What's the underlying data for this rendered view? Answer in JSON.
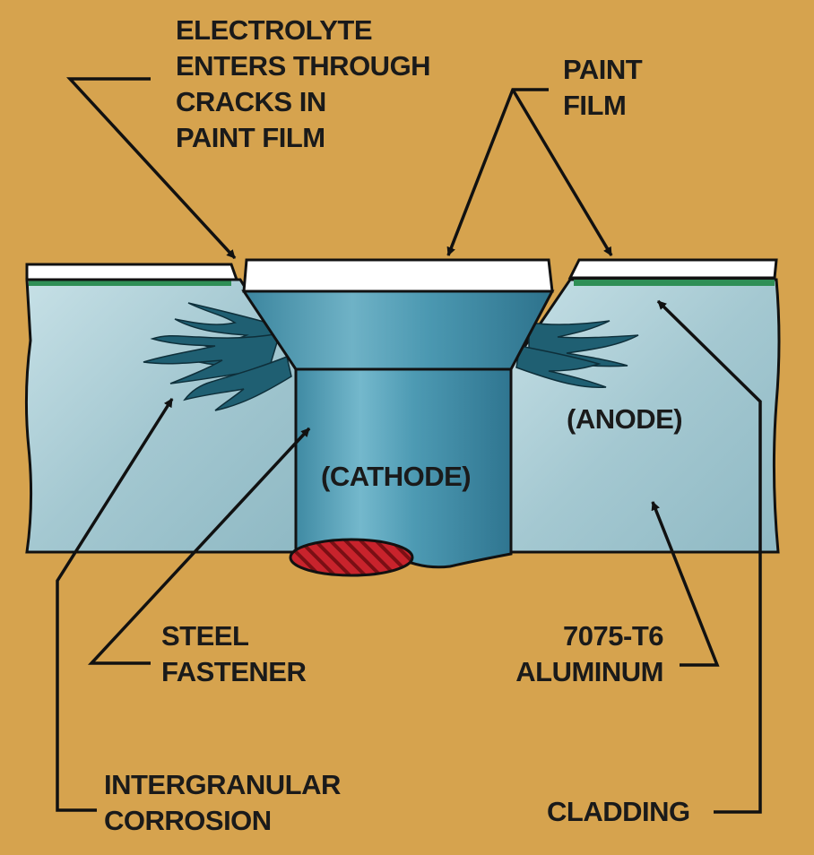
{
  "labels": {
    "electrolyte": [
      "ELECTROLYTE",
      "ENTERS THROUGH",
      "CRACKS IN",
      "PAINT FILM"
    ],
    "paint_film": [
      "PAINT",
      "FILM"
    ],
    "anode": "(ANODE)",
    "cathode": "(CATHODE)",
    "steel_fastener": [
      "STEEL",
      "FASTENER"
    ],
    "aluminum": [
      "7075-T6",
      "ALUMINUM"
    ],
    "intergranular": [
      "INTERGRANULAR",
      "CORROSION"
    ],
    "cladding": "CLADDING"
  },
  "colors": {
    "background": "#d6a34e",
    "aluminum": "#a9ccd4",
    "paint": "#ffffff",
    "cladding": "#2f8f56",
    "fastener": "#4f9bb3",
    "corrosion": "#1f5f72",
    "cut_section": "#c8232c",
    "outline": "#111111"
  }
}
